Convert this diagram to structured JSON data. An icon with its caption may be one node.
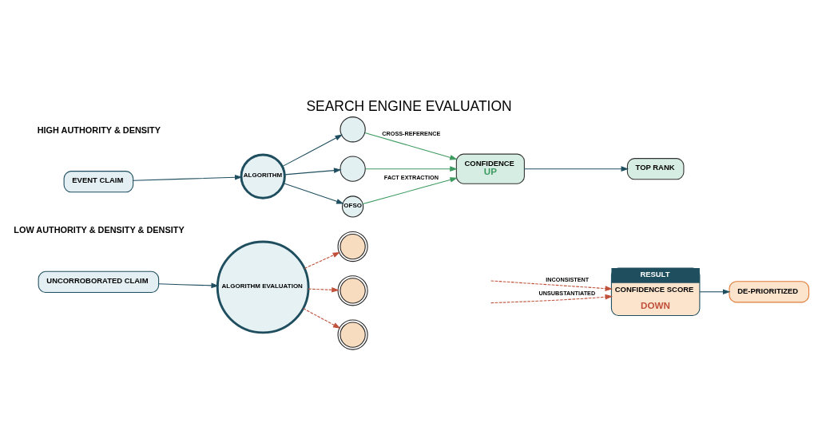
{
  "diagram": {
    "title": "SEARCH ENGINE EVALUATION",
    "nodes": [
      {
        "text": [
          "EVENT CLAIM"
        ]
      },
      {
        "text": [
          "ALGORITHM"
        ]
      },
      {
        "text": [],
        "shape": "circle"
      },
      {
        "text": [],
        "shape": "circle"
      },
      {
        "text": [
          "OFSO"
        ]
      },
      {
        "text": [
          "CONFIDENCE",
          "UP"
        ]
      },
      {
        "text": [
          "TOP RANK"
        ]
      },
      {
        "text": [
          "UNCORROBORATED CLAIM"
        ]
      },
      {
        "text": [
          "ALGORITHM EVALUATION"
        ]
      },
      {
        "text": [],
        "shape": "person"
      },
      {
        "text": [],
        "shape": "person"
      },
      {
        "text": [],
        "shape": "person"
      },
      {
        "text": [
          "RESULT",
          "CONFIDENCE SCORE",
          "DOWN"
        ]
      },
      {
        "text": [
          "DE-PRIORITIZED"
        ]
      }
    ],
    "edges": [
      {
        "from": 0,
        "to": 1,
        "arrow": "to"
      },
      {
        "from": 1,
        "to": 2,
        "arrow": "to"
      },
      {
        "from": 1,
        "to": 3,
        "arrow": "to"
      },
      {
        "from": 1,
        "to": 4,
        "arrow": "to"
      },
      {
        "from": 2,
        "to": 5,
        "arrow": "to",
        "label": "CROSS-REFERENCE",
        "color": "#3c9a5f"
      },
      {
        "from": 3,
        "to": 5,
        "arrow": "to",
        "color": "#3c9a5f"
      },
      {
        "from": 4,
        "to": 5,
        "arrow": "to",
        "label": "FACT EXTRACTION",
        "color": "#3c9a5f"
      },
      {
        "from": 5,
        "to": 6,
        "arrow": "to"
      },
      {
        "from": 7,
        "to": 8,
        "arrow": "to"
      },
      {
        "from": 8,
        "to": 9,
        "arrow": "to",
        "style": "dashed",
        "color": "#c0503a"
      },
      {
        "from": 8,
        "to": 10,
        "arrow": "to",
        "style": "dashed",
        "color": "#c0503a"
      },
      {
        "from": 8,
        "to": 11,
        "arrow": "to",
        "style": "dashed",
        "color": "#c0503a"
      },
      {
        "from": null,
        "to": 12,
        "arrow": "to",
        "label": "INCONSISTENT",
        "style": "dashed",
        "color": "#c0503a"
      },
      {
        "from": null,
        "to": 12,
        "arrow": "to",
        "label": "UNSUBSTANTIATED",
        "style": "dashed",
        "color": "#c0503a"
      },
      {
        "from": 12,
        "to": 13,
        "arrow": "to"
      }
    ],
    "labels": [
      "HIGH AUTHORITY & DENSITY",
      "LOW AUTHORITY & DENSITY & DENSITY"
    ]
  }
}
